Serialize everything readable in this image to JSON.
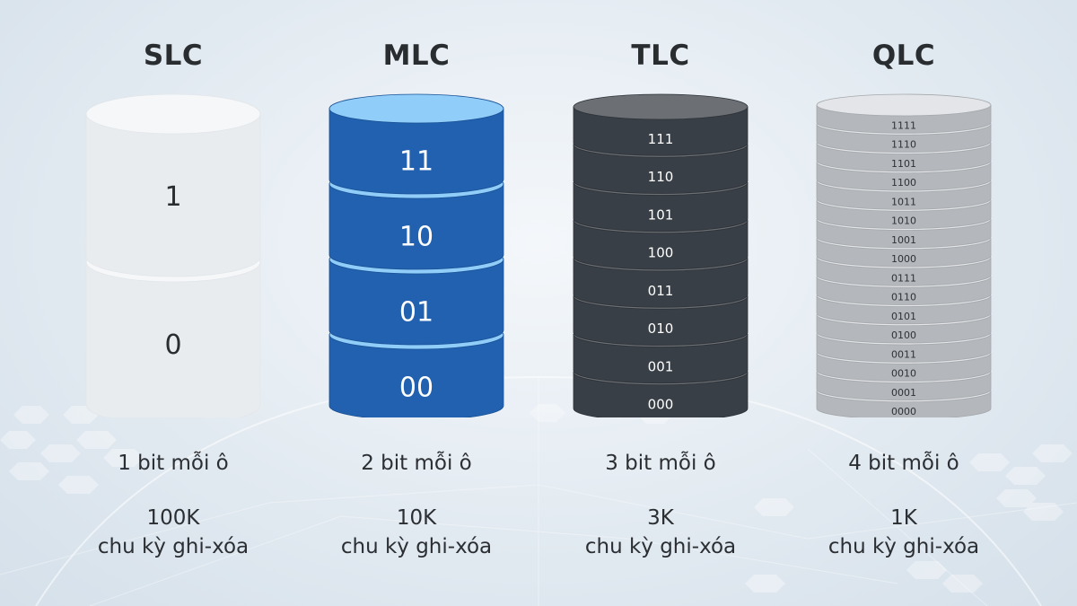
{
  "columns": [
    {
      "id": "slc",
      "title": "SLC",
      "bits_per_cell": "1 bit mỗi ô",
      "cycles_value": "100K",
      "cycles_label": "chu kỳ ghi-xóa",
      "levels": [
        "1",
        "0"
      ],
      "colors": {
        "top": "#f6f7f9",
        "side": "#e9ecef",
        "text": "#2a2d30",
        "edge": "#e2e6ea"
      }
    },
    {
      "id": "mlc",
      "title": "MLC",
      "bits_per_cell": "2 bit mỗi ô",
      "cycles_value": "10K",
      "cycles_label": "chu kỳ ghi-xóa",
      "levels": [
        "11",
        "10",
        "01",
        "00"
      ],
      "colors": {
        "top": "#90cdf8",
        "side": "#2161b0",
        "text": "#ffffff",
        "edge": "#1b5296"
      }
    },
    {
      "id": "tlc",
      "title": "TLC",
      "bits_per_cell": "3 bit mỗi ô",
      "cycles_value": "3K",
      "cycles_label": "chu kỳ ghi-xóa",
      "levels": [
        "111",
        "110",
        "101",
        "100",
        "011",
        "010",
        "001",
        "000"
      ],
      "colors": {
        "top": "#6c7075",
        "side": "#383f46",
        "text": "#ffffff",
        "edge": "#2d3238"
      }
    },
    {
      "id": "qlc",
      "title": "QLC",
      "bits_per_cell": "4 bit mỗi ô",
      "cycles_value": "1K",
      "cycles_label": "chu kỳ ghi-xóa",
      "levels": [
        "1111",
        "1110",
        "1101",
        "1100",
        "1011",
        "1010",
        "1001",
        "1000",
        "0111",
        "0110",
        "0101",
        "0100",
        "0011",
        "0010",
        "0001",
        "0000"
      ],
      "colors": {
        "top": "#e3e5e8",
        "side": "#b4b7bb",
        "text": "#2e3236",
        "edge": "#a5a8ac"
      }
    }
  ]
}
